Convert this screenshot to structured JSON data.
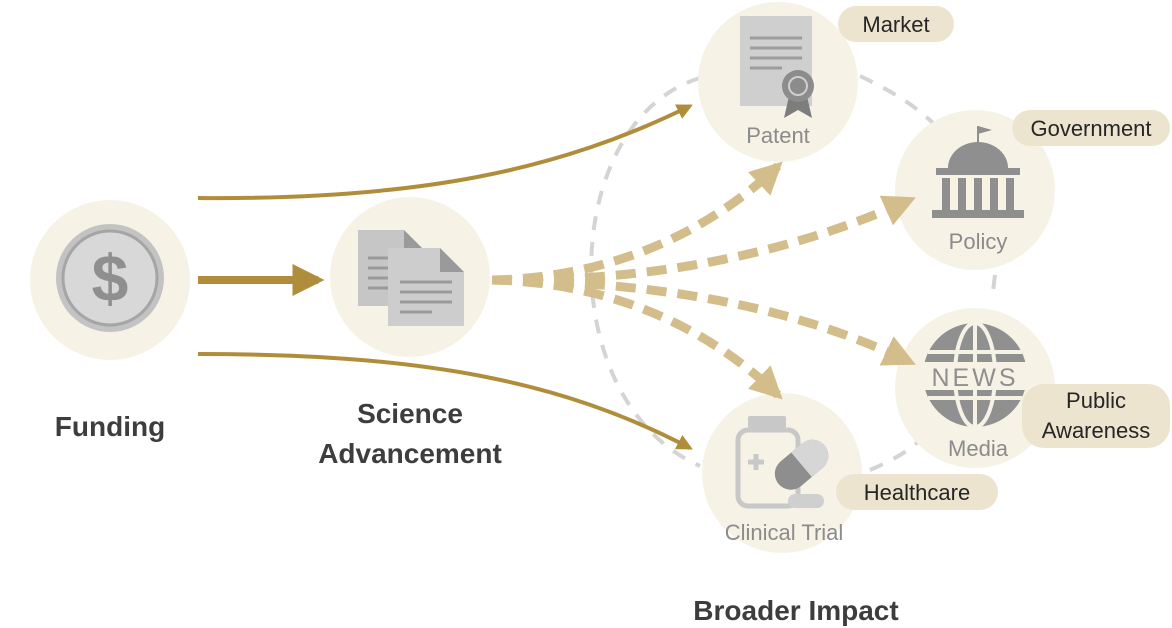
{
  "labels": {
    "funding": "Funding",
    "science_line1": "Science",
    "science_line2": "Advancement",
    "broader_impact": "Broader Impact"
  },
  "nodes": {
    "patent": "Patent",
    "policy": "Policy",
    "media": "Media",
    "clinical_trial": "Clinical Trial",
    "news_text": "NEWS"
  },
  "tags": {
    "market": "Market",
    "government": "Government",
    "public_line1": "Public",
    "public_line2": "Awareness",
    "healthcare": "Healthcare"
  },
  "icons": {
    "funding": "dollar-coin-icon",
    "science": "documents-icon",
    "patent": "certificate-icon",
    "policy": "government-building-icon",
    "media": "news-globe-icon",
    "clinical_trial": "medicine-pill-icon",
    "dollar_glyph": "$"
  },
  "colors": {
    "solid_arrow": "#b08d3a",
    "dashed_arrow": "#d3bd8a",
    "node_circle": "#f6f2e6",
    "tag_fill": "#ece4cf",
    "icon_gray": "#a8a8a8",
    "dashed_ring": "#d4d4d4"
  }
}
